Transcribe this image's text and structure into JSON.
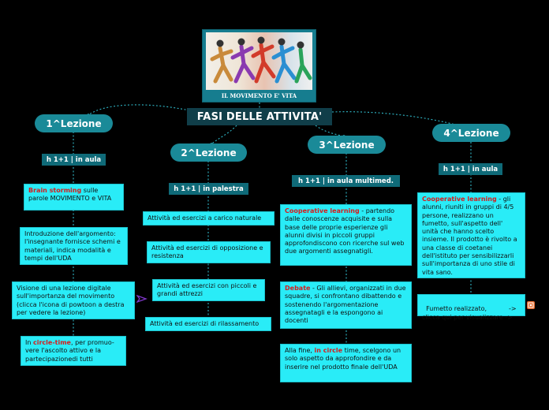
{
  "header": {
    "caption": "IL MOVIMENTO E' VITA"
  },
  "title": "FASI DELLE ATTIVITA'",
  "lessons": [
    {
      "label": "1^Lezione",
      "sub": "h 1+1 | in aula",
      "cards": [
        {
          "highlight": "Brain storming",
          "text": " sulle parole MOVIMENTO e VITA"
        },
        {
          "text": "Introduzione dell'argomento: l'insegnante fornisce schemi e materiali, indica modalità e tempi dell'UDA"
        },
        {
          "text": "Visione di una lezione digitale sull'importanza del movimento (clicca l'icona di powtoon a destra  per vedere la lezione)"
        },
        {
          "prefix": "In ",
          "highlight": "circle-time",
          "text": ", per promuo-vere l'ascolto attivo e la partecipazionedi tutti"
        }
      ]
    },
    {
      "label": "2^Lezione",
      "sub": "h 1+1 | in palestra",
      "cards": [
        {
          "text": "Attività ed esercizi a carico naturale"
        },
        {
          "text": "Attività ed esercizi di opposizione e resistenza"
        },
        {
          "text": "Attività ed esercizi con piccoli e grandi attrezzi"
        },
        {
          "text": "Attività ed esercizi di rilassamento"
        }
      ]
    },
    {
      "label": "3^Lezione",
      "sub": "h 1+1 | in aula multimed.",
      "cards": [
        {
          "highlight": "Cooperative learning",
          "text": " - partendo dalle conoscenze acquisite e sulla base delle proprie esperienze gli alunni divisi in piccoli gruppi approfondiscono con ricerche sul web due argomenti assegnatigli."
        },
        {
          "highlight": "Debate",
          "text": " - Gli allievi, organizzati in due squadre, si confrontano dibattendo e sostenendo l'argomentazione assegnatagli e la espongono ai docenti"
        },
        {
          "prefix": "Alla fine, ",
          "highlight": "in circle",
          "text": " time, scelgono un solo aspetto da approfondire e da inserire nel prodotto finale dell'UDA"
        }
      ]
    },
    {
      "label": "4^Lezione",
      "sub": "h 1+1 | in aula",
      "cards": [
        {
          "highlight": "Cooperative learning",
          "text": " - gli alunni, riuniti in gruppi di 4/5 persone, realizzano un fumetto, sull'aspetto dell' unità che hanno scelto insieme. Il prodotto è rivolto a una classe di coetanei dell'istituto per sensibilizzarli sull'importanza di uno stile di vita sano."
        },
        {
          "text": "Fumetto realizzato,           -> clicca qui per visualizzare ->"
        }
      ]
    }
  ],
  "colors": {
    "background": "#000000",
    "card": "#29ecf7",
    "pill": "#1a8a98",
    "sub_label": "#0f6a78",
    "title": "#103e49",
    "highlight": "#d61d1d"
  },
  "icons": {
    "powtoon": "powtoon-link-icon",
    "comic": "comic-image-icon"
  }
}
